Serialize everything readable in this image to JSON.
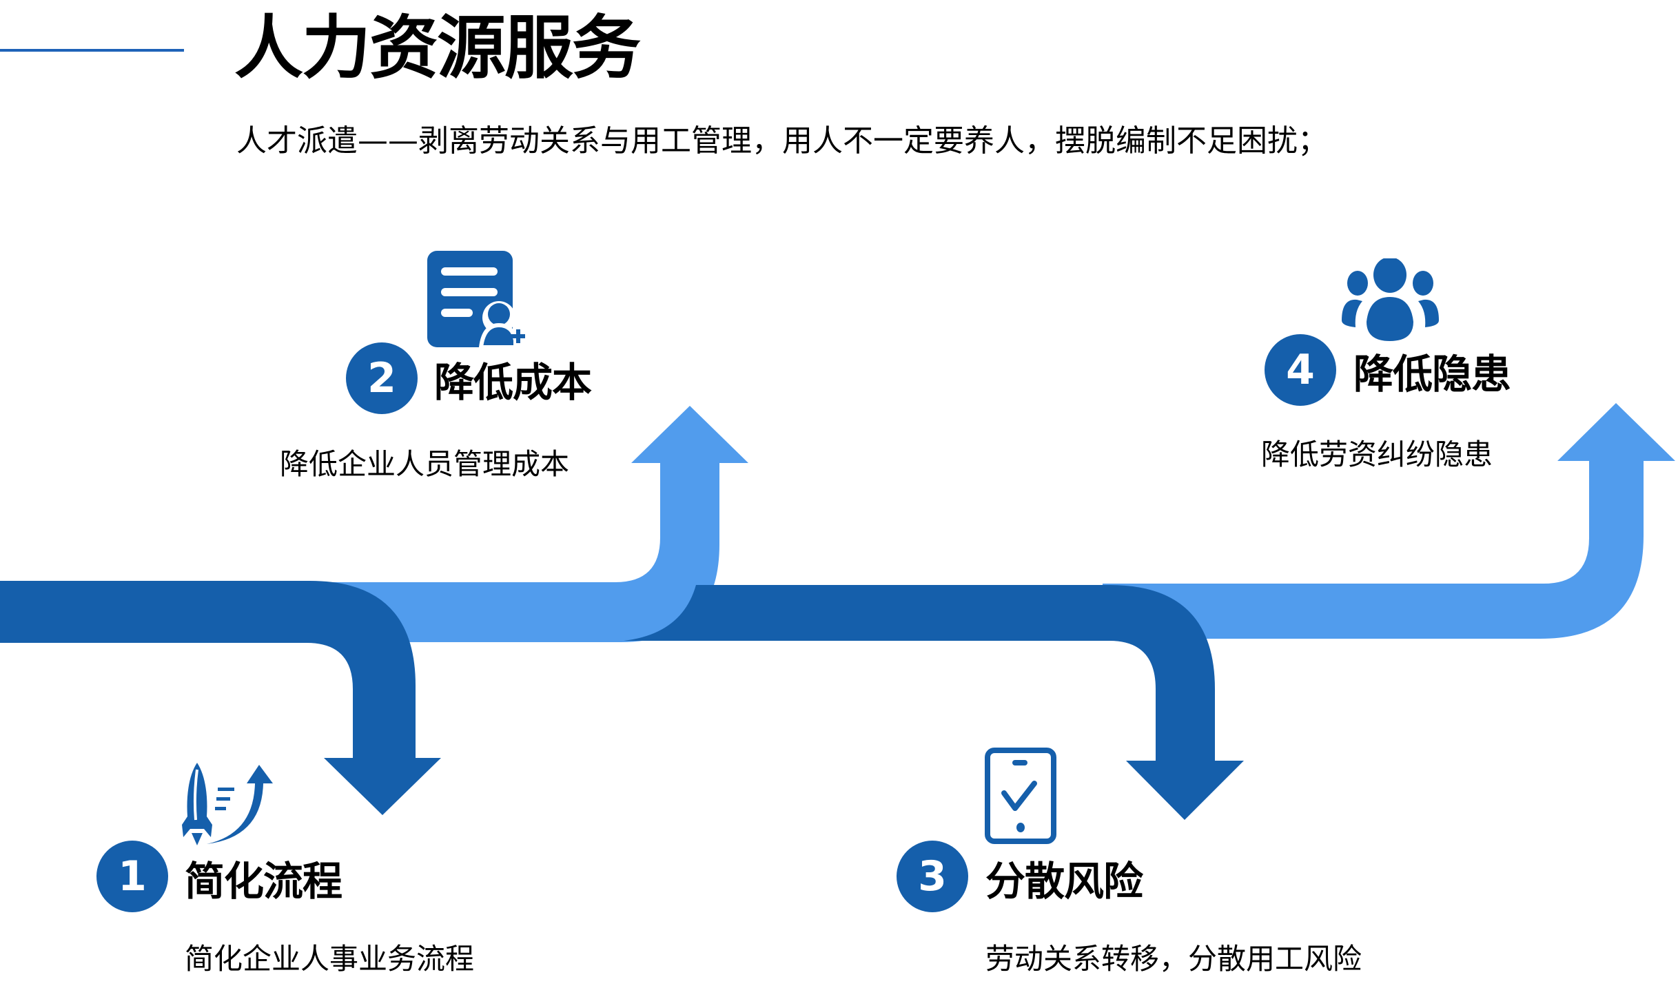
{
  "header": {
    "title": "人力资源服务",
    "subtitle": "人才派遣——剥离劳动关系与用工管理，用人不一定要养人，摆脱编制不足困扰；"
  },
  "colors": {
    "dark_blue": "#155fab",
    "light_blue": "#519ced",
    "accent_line": "#1f63b8"
  },
  "steps": [
    {
      "number": "1",
      "title": "简化流程",
      "description": "简化企业人事业务流程",
      "icon": "rocket-icon",
      "direction": "down"
    },
    {
      "number": "2",
      "title": "降低成本",
      "description": "降低企业人员管理成本",
      "icon": "document-user-icon",
      "direction": "up"
    },
    {
      "number": "3",
      "title": "分散风险",
      "description": "劳动关系转移，分散用工风险",
      "icon": "phone-check-icon",
      "direction": "down"
    },
    {
      "number": "4",
      "title": "降低隐患",
      "description": "降低劳资纠纷隐患",
      "icon": "people-group-icon",
      "direction": "up"
    }
  ]
}
